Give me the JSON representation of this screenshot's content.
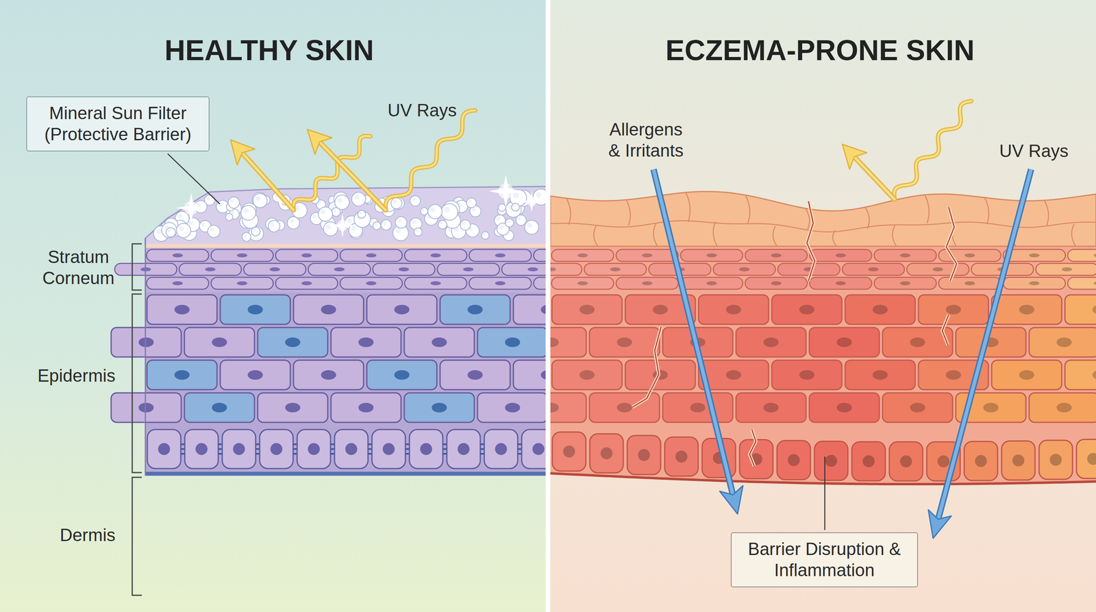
{
  "diagram": {
    "nodes": [
      {
        "text": [
          "Mineral Sun Filter (Protective Barrier)"
        ]
      },
      {
        "text": [
          "Barrier Disruption & Inflammation"
        ]
      }
    ],
    "labels": [
      "HEALTHY SKIN",
      "ECZEMA-PRONE SKIN",
      "UV Rays",
      "Stratum Corneum",
      "Epidermis",
      "Dermis",
      "Allergens & Irritants",
      "UV Rays"
    ]
  }
}
